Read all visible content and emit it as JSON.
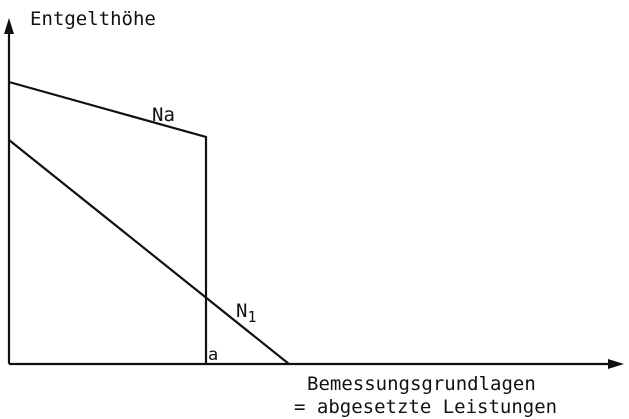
{
  "diagram": {
    "y_axis_label": "Entgelthöhe",
    "x_axis_label_line1": "Bemessungsgrundlagen",
    "x_axis_label_line2": "= abgesetzte Leistungen",
    "curve_na": {
      "label": "Na"
    },
    "curve_n1": {
      "label": "N",
      "label_subscript": "1"
    },
    "threshold_label": "a",
    "line_color": "#111111"
  }
}
